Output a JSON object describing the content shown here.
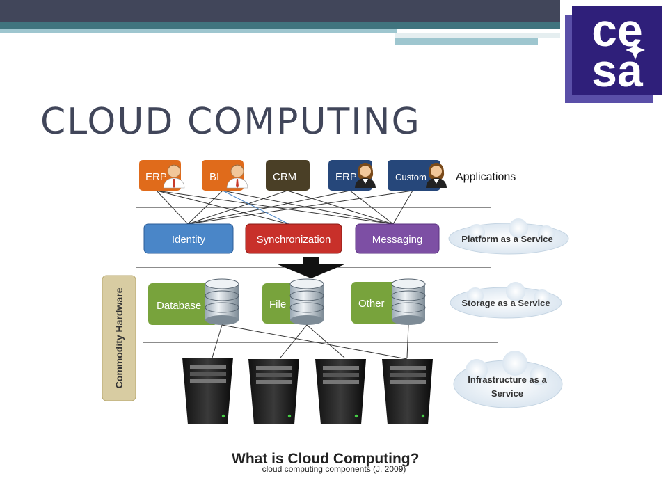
{
  "slide": {
    "title": "CLOUD COMPUTING",
    "caption": "cloud computing  components (J, 2009)",
    "logo_text": "cesa"
  },
  "diagram": {
    "apps": [
      "ERP",
      "BI",
      "CRM",
      "ERP",
      "Custom"
    ],
    "apps_label": "Applications",
    "platform": [
      "Identity",
      "Synchronization",
      "Messaging"
    ],
    "platform_label": "Platform as a Service",
    "storage": [
      "Database",
      "File",
      "Other"
    ],
    "storage_label": "Storage as a Service",
    "infra_label_line1": "Infrastructure as a",
    "infra_label_line2": "Service",
    "hardware_label": "Commodity Hardware",
    "bottom_title": "What is Cloud Computing?"
  },
  "colors": {
    "erp": "#e06b1b",
    "bi": "#e06b1b",
    "crm": "#4a3f26",
    "erp2": "#26477a",
    "custom": "#26477a",
    "identity": "#4a86c8",
    "sync": "#c8302a",
    "messaging": "#7d4fa4",
    "storage": "#78a33c",
    "topbar": "#41465a",
    "logo": "#2f1f7a"
  }
}
